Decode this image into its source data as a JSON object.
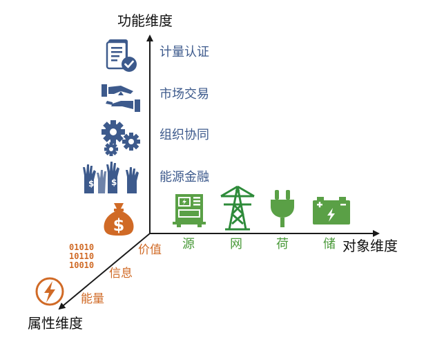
{
  "axes": {
    "functional": "功能维度",
    "object": "对象维度",
    "attribute": "属性维度"
  },
  "functional_levels": [
    "计量认证",
    "市场交易",
    "组织协同",
    "能源金融"
  ],
  "object_levels": [
    "源",
    "网",
    "荷",
    "储"
  ],
  "attribute_levels": [
    "价值",
    "信息",
    "能量"
  ],
  "binary_lines": [
    "01010",
    "10110",
    "10010"
  ],
  "colors": {
    "axis": "#1a1a1a",
    "functional": "#3d5a8c",
    "object": "#4a9a3a",
    "attribute": "#d06a26"
  },
  "icons": {
    "functional": [
      "certificate-icon",
      "handshake-icon",
      "gears-icon",
      "raised-hands-icon",
      "money-bag-icon"
    ],
    "object": [
      "generator-icon",
      "transmission-tower-icon",
      "plug-icon",
      "battery-icon"
    ],
    "attribute": [
      "lightning-icon"
    ]
  }
}
